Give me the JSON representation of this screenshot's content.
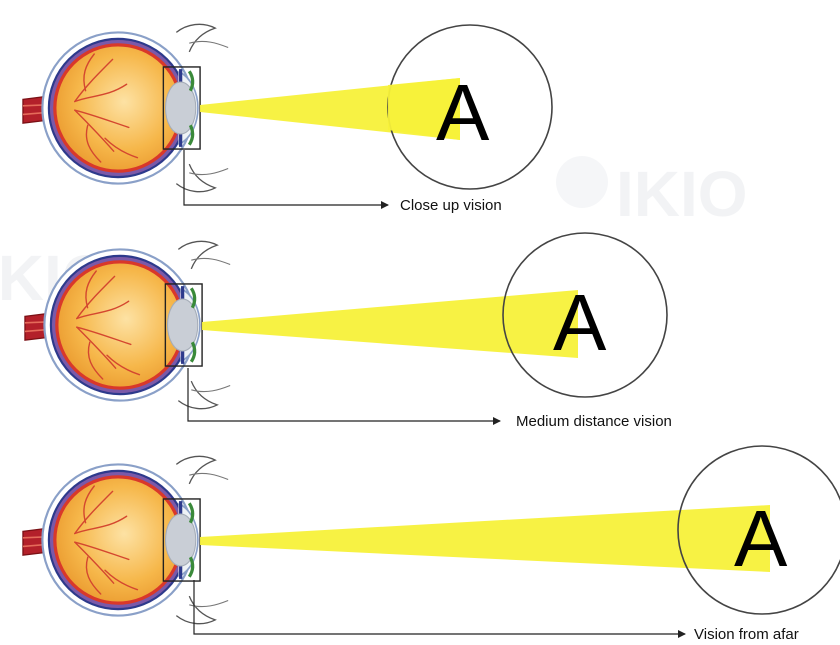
{
  "watermark": {
    "brand": "IKIO"
  },
  "colors": {
    "eye_fill": "#f0a830",
    "eye_fill_light": "#fbd58a",
    "sclera": "#ffffff",
    "outline": "#2d3a8c",
    "choroid": "#7b59a8",
    "retina": "#d9382a",
    "optic_nerve": "#b3202a",
    "lens": "#c9ced6",
    "cornea": "#eef2f6",
    "ciliary": "#3a8a3a",
    "beam": "#f7f13a",
    "arrow": "#333333"
  },
  "panels": [
    {
      "letter": "A",
      "caption": "Close up vision"
    },
    {
      "letter": "A",
      "caption": "Medium distance vision"
    },
    {
      "letter": "A",
      "caption": "Vision from afar"
    }
  ]
}
